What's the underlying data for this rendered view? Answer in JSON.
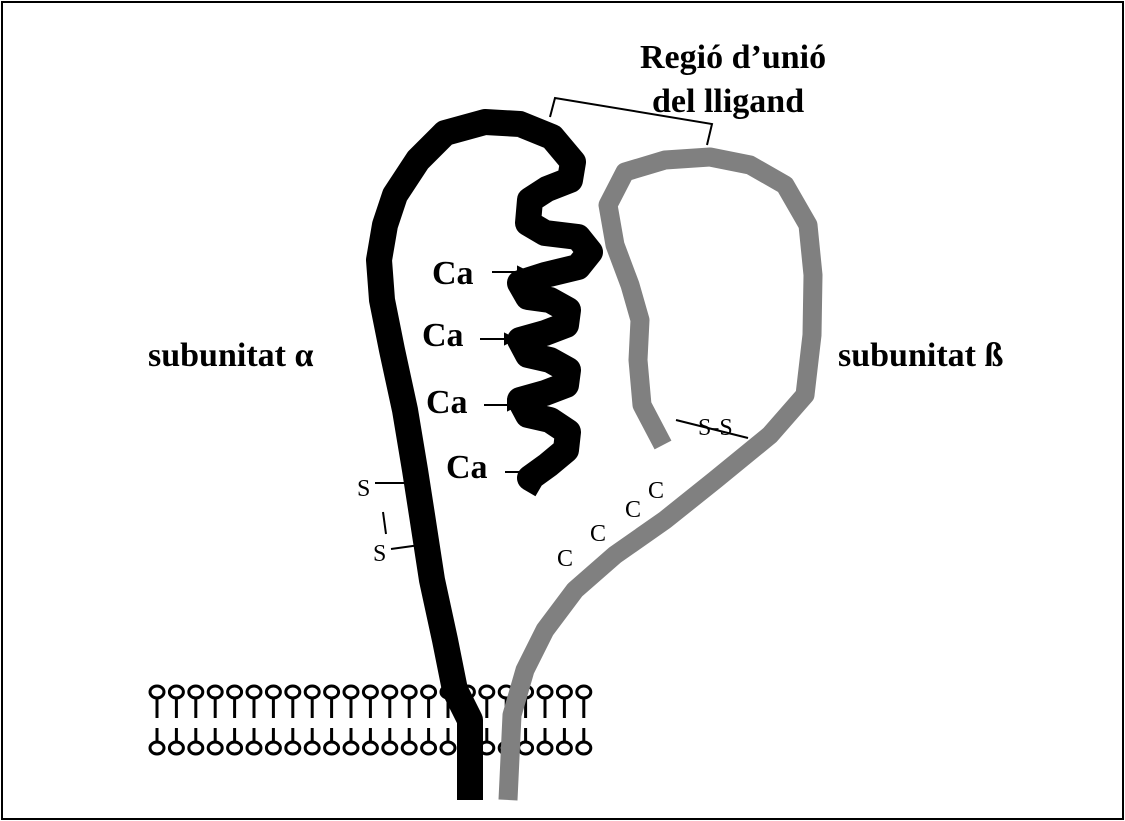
{
  "diagram": {
    "title_line1": "Regió d’unió",
    "title_line2": "del lligand",
    "alpha_label": "subunitat α",
    "beta_label": "subunitat ß",
    "calcium_labels": [
      "Ca",
      "Ca",
      "Ca",
      "Ca"
    ],
    "disulfide_alpha_top": "S",
    "disulfide_alpha_bottom": "S",
    "disulfide_beta": "S-S",
    "cysteine_labels": [
      "C",
      "C",
      "C",
      "C"
    ],
    "colors": {
      "alpha_chain": "#000000",
      "beta_chain": "#808080",
      "border": "#000000",
      "background": "#ffffff"
    }
  }
}
